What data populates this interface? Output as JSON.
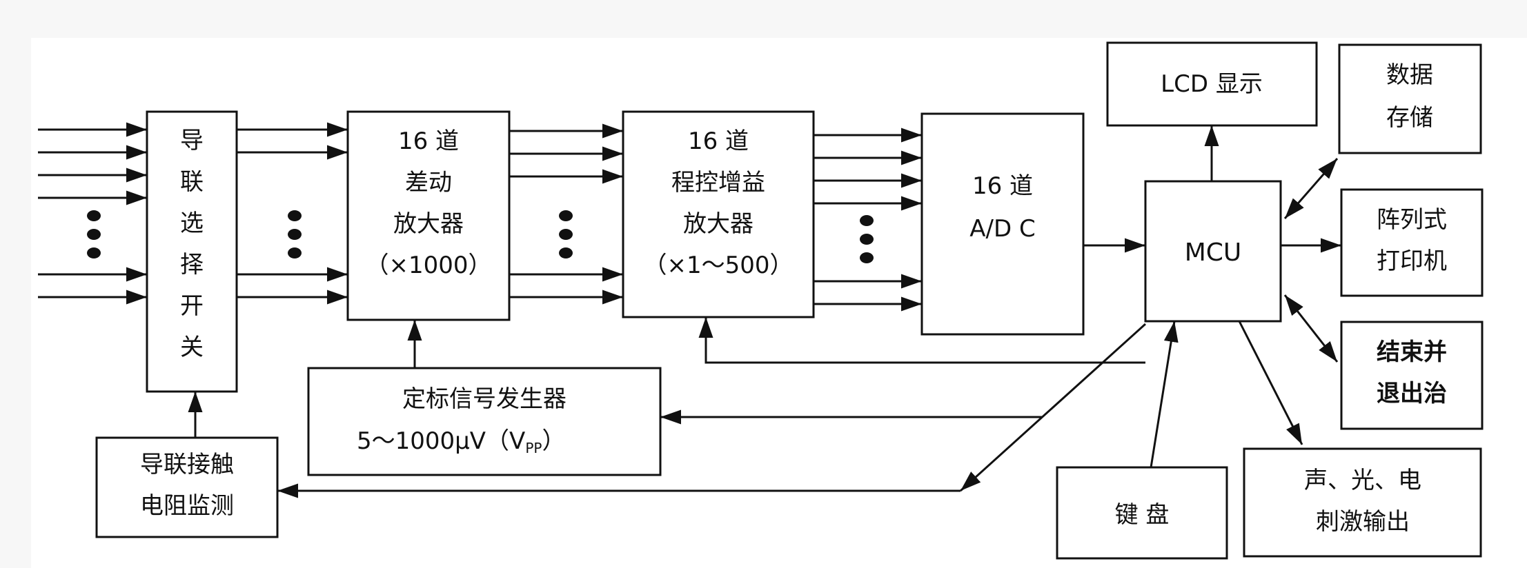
{
  "diagram": {
    "lead_select": [
      "导",
      "联",
      "选",
      "择",
      "开",
      "关"
    ],
    "diff_amp": [
      "16 道",
      "差动",
      "放大器",
      "（×1000）"
    ],
    "pga": [
      "16 道",
      "程控增益",
      "放大器",
      "（×1～500）"
    ],
    "adc": [
      "16 道",
      "A/D C"
    ],
    "mcu": "MCU",
    "lcd": "LCD 显示",
    "storage": [
      "数据",
      "存储"
    ],
    "printer": [
      "阵列式",
      "打印机"
    ],
    "exit": [
      "结束并",
      "退出治"
    ],
    "stim": [
      "声、光、电",
      "刺激输出"
    ],
    "keyboard": "键  盘",
    "cal": [
      "定标信号发生器",
      "5～1000μV（V"
    ],
    "cal_sub": "PP",
    "cal_close": "）",
    "monitor": [
      "导联接触",
      "电阻监测"
    ]
  }
}
